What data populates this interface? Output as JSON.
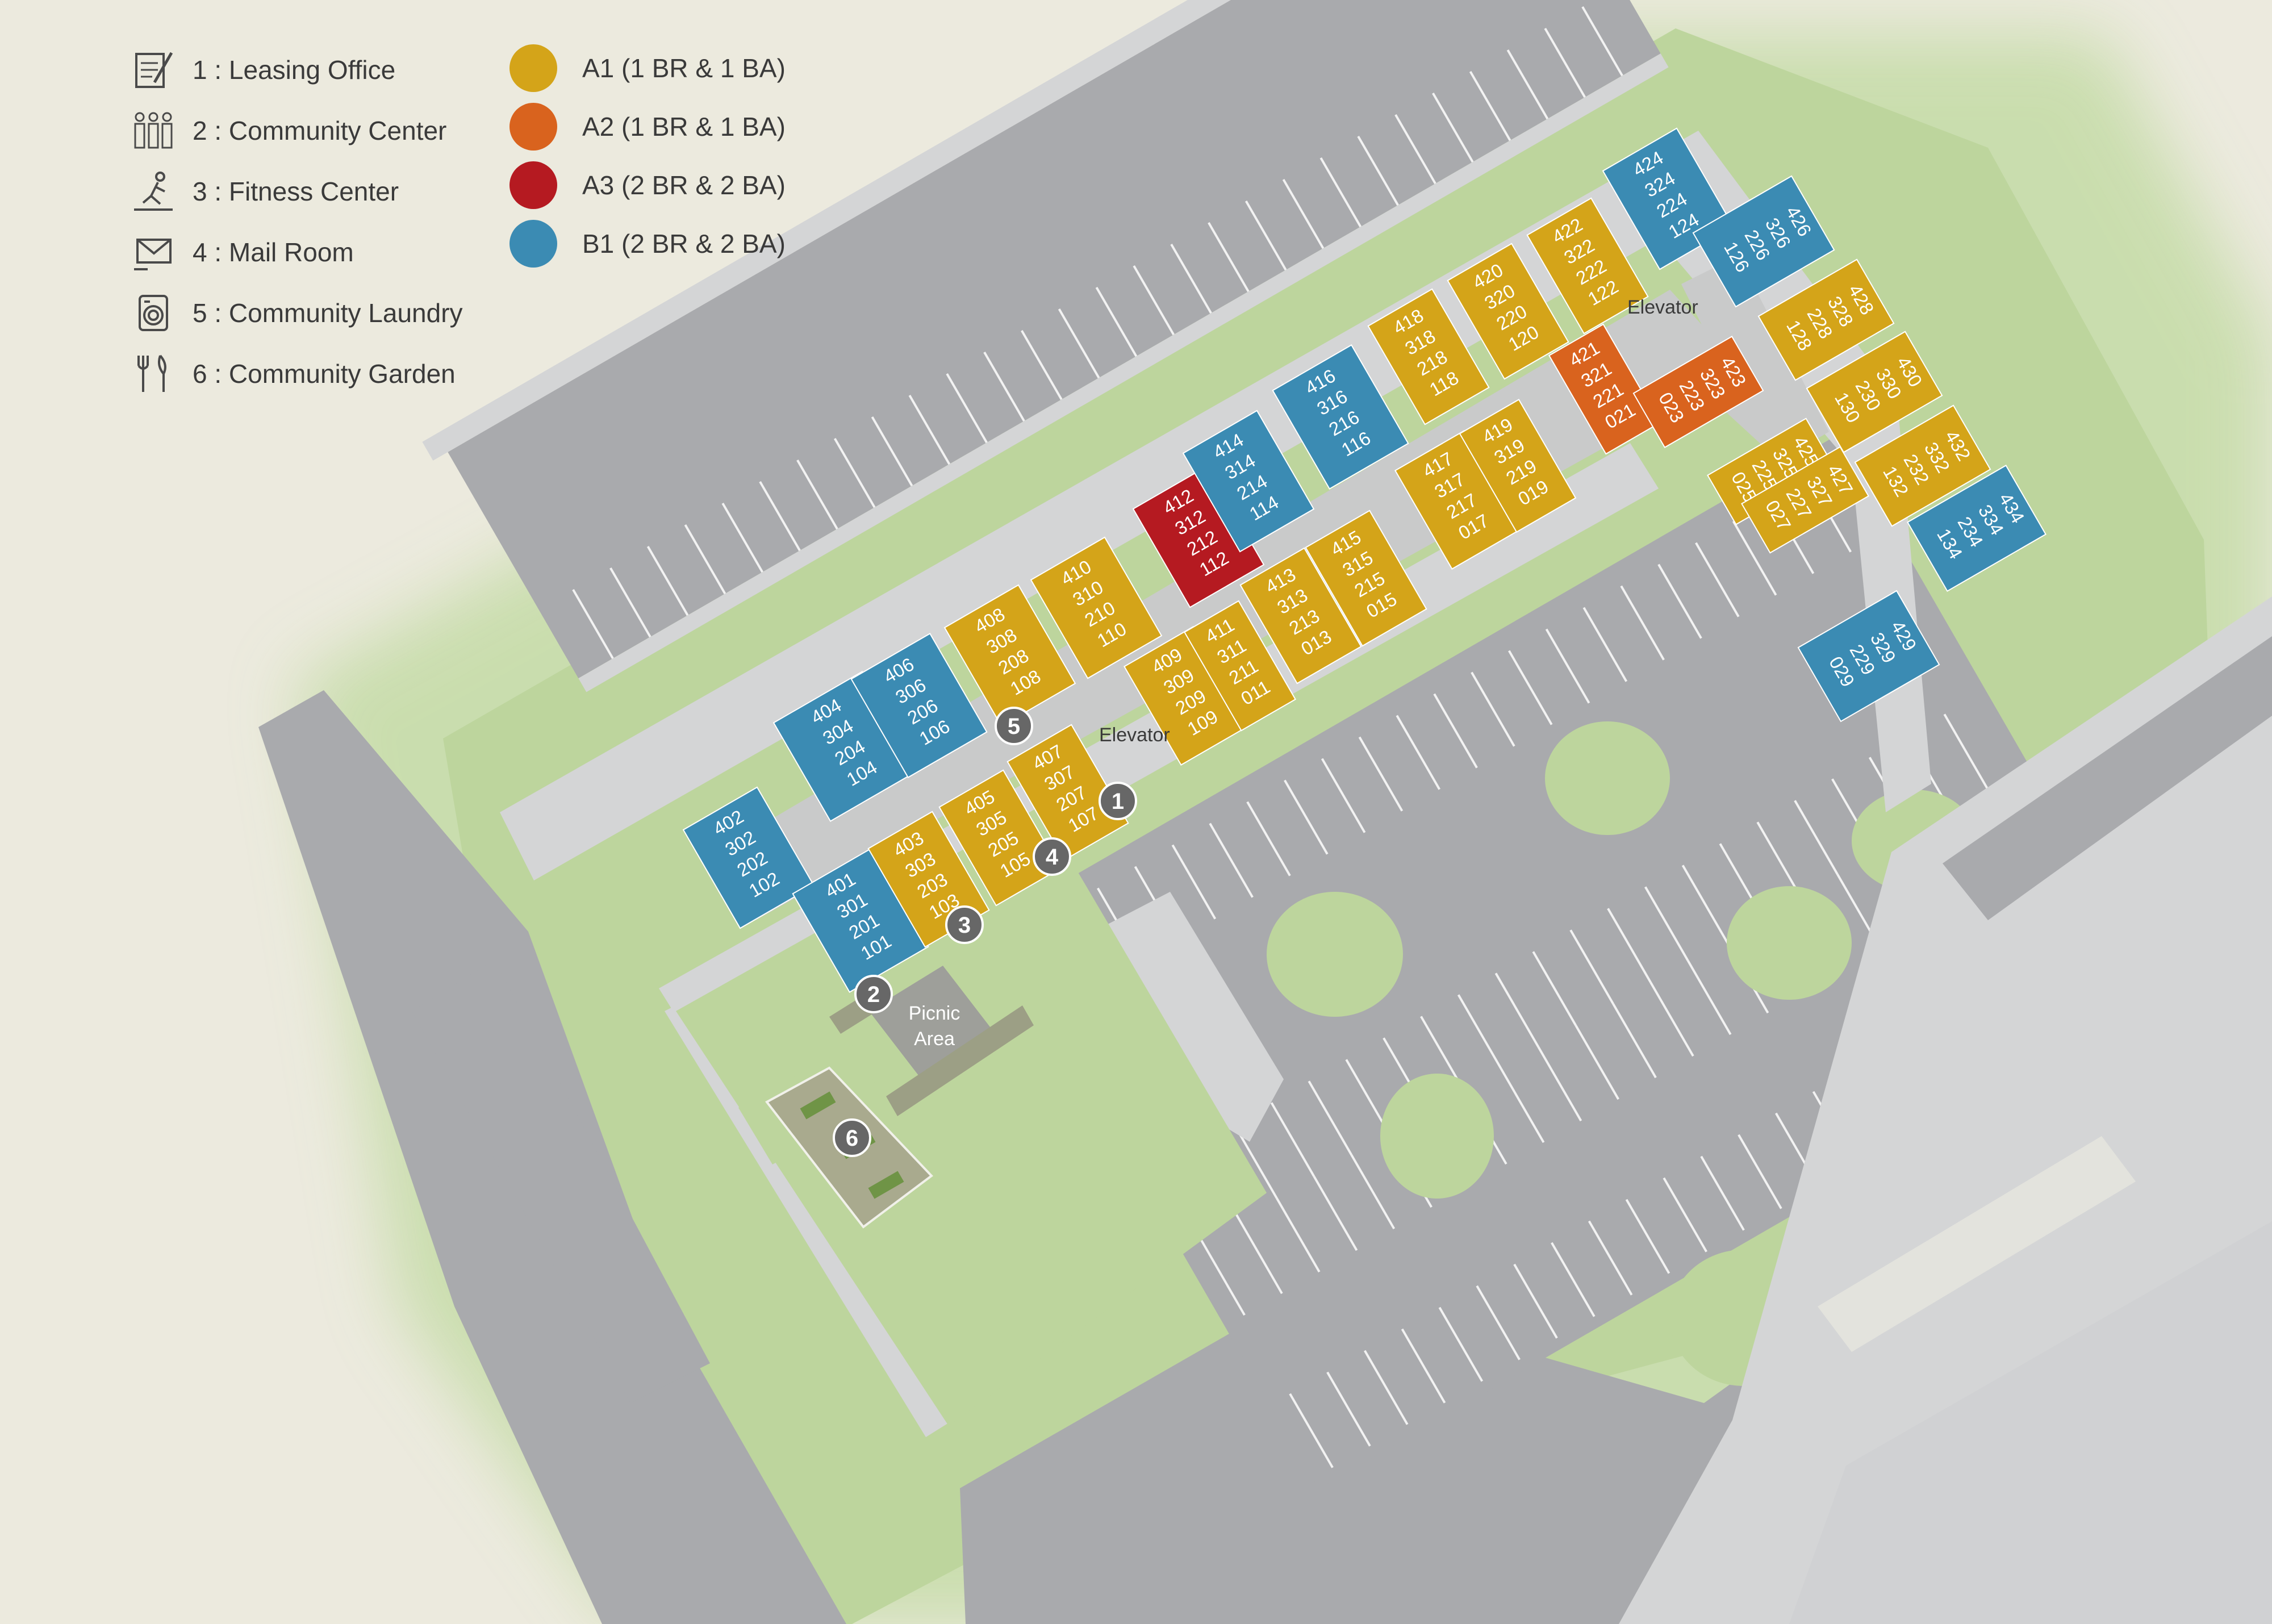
{
  "legend": {
    "amenities": [
      {
        "num": "1",
        "label": "1 : Leasing Office",
        "icon": "leasing-office-icon"
      },
      {
        "num": "2",
        "label": "2 : Community Center",
        "icon": "community-center-icon"
      },
      {
        "num": "3",
        "label": "3 : Fitness Center",
        "icon": "fitness-center-icon"
      },
      {
        "num": "4",
        "label": "4 : Mail Room",
        "icon": "mail-room-icon"
      },
      {
        "num": "5",
        "label": "5 : Community Laundry",
        "icon": "laundry-icon"
      },
      {
        "num": "6",
        "label": "6 : Community Garden",
        "icon": "garden-icon"
      }
    ],
    "unit_types": [
      {
        "code": "A1",
        "label": "A1 (1 BR & 1 BA)",
        "color": "#d4a419"
      },
      {
        "code": "A2",
        "label": "A2 (1 BR & 1 BA)",
        "color": "#d9631e"
      },
      {
        "code": "A3",
        "label": "A3 (2 BR & 2 BA)",
        "color": "#b51a21"
      },
      {
        "code": "B1",
        "label": "B1 (2 BR & 2 BA)",
        "color": "#3b8bb3"
      }
    ]
  },
  "colors": {
    "background": "#eceade",
    "grass": "#bdd59d",
    "pavement": "#a9aaad",
    "sidewalk": "#d4d5d6",
    "marker": "#676767"
  },
  "labels": {
    "elevator_a": "Elevator",
    "elevator_b": "Elevator",
    "picnic_line1": "Picnic",
    "picnic_line2": "Area"
  },
  "units": [
    {
      "type": "B1",
      "lines": [
        "402",
        "302",
        "202",
        "102"
      ]
    },
    {
      "type": "B1",
      "lines": [
        "404",
        "304",
        "204",
        "104"
      ]
    },
    {
      "type": "B1",
      "lines": [
        "406",
        "306",
        "206",
        "106"
      ]
    },
    {
      "type": "A1",
      "lines": [
        "408",
        "308",
        "208",
        "108"
      ]
    },
    {
      "type": "A1",
      "lines": [
        "410",
        "310",
        "210",
        "110"
      ]
    },
    {
      "type": "A3",
      "lines": [
        "412",
        "312",
        "212",
        "112"
      ]
    },
    {
      "type": "B1",
      "lines": [
        "414",
        "314",
        "214",
        "114"
      ]
    },
    {
      "type": "B1",
      "lines": [
        "416",
        "316",
        "216",
        "116"
      ]
    },
    {
      "type": "A1",
      "lines": [
        "418",
        "318",
        "218",
        "118"
      ]
    },
    {
      "type": "A1",
      "lines": [
        "420",
        "320",
        "220",
        "120"
      ]
    },
    {
      "type": "A1",
      "lines": [
        "422",
        "322",
        "222",
        "122"
      ]
    },
    {
      "type": "B1",
      "lines": [
        "424",
        "324",
        "224",
        "124"
      ]
    },
    {
      "type": "B1",
      "lines": [
        "401",
        "301",
        "201",
        "101"
      ]
    },
    {
      "type": "A1",
      "lines": [
        "403",
        "303",
        "203",
        "103"
      ]
    },
    {
      "type": "A1",
      "lines": [
        "405",
        "305",
        "205",
        "105"
      ]
    },
    {
      "type": "A1",
      "lines": [
        "407",
        "307",
        "207",
        "107"
      ]
    },
    {
      "type": "A1",
      "lines": [
        "409",
        "309",
        "209",
        "109"
      ]
    },
    {
      "type": "A1",
      "lines": [
        "411",
        "311",
        "211",
        "011"
      ]
    },
    {
      "type": "A1",
      "lines": [
        "413",
        "313",
        "213",
        "013"
      ]
    },
    {
      "type": "A1",
      "lines": [
        "415",
        "315",
        "215",
        "015"
      ]
    },
    {
      "type": "A1",
      "lines": [
        "417",
        "317",
        "217",
        "017"
      ]
    },
    {
      "type": "A1",
      "lines": [
        "419",
        "319",
        "219",
        "019"
      ]
    },
    {
      "type": "A2",
      "lines": [
        "421",
        "321",
        "221",
        "021"
      ]
    },
    {
      "type": "A2",
      "lines": [
        "423",
        "323",
        "223",
        "023"
      ]
    },
    {
      "type": "B1",
      "lines": [
        "426",
        "326",
        "226",
        "126"
      ]
    },
    {
      "type": "A1",
      "lines": [
        "428",
        "328",
        "228",
        "128"
      ]
    },
    {
      "type": "A1",
      "lines": [
        "430",
        "330",
        "230",
        "130"
      ]
    },
    {
      "type": "A1",
      "lines": [
        "432",
        "332",
        "232",
        "132"
      ]
    },
    {
      "type": "B1",
      "lines": [
        "434",
        "334",
        "234",
        "134"
      ]
    },
    {
      "type": "A1",
      "lines": [
        "425",
        "325",
        "225",
        "025"
      ]
    },
    {
      "type": "A1",
      "lines": [
        "427",
        "327",
        "227",
        "027"
      ]
    },
    {
      "type": "B1",
      "lines": [
        "429",
        "329",
        "229",
        "029"
      ]
    }
  ],
  "markers": [
    "1",
    "2",
    "3",
    "4",
    "5",
    "6"
  ]
}
